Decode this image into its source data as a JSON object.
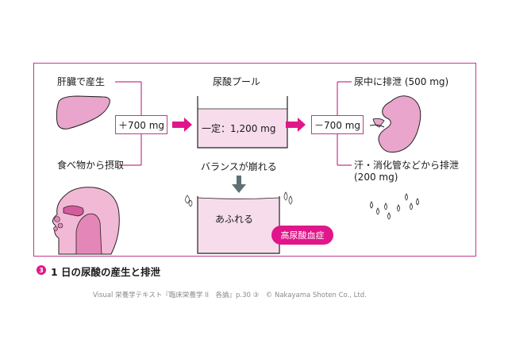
{
  "diagram": {
    "sources": {
      "liver": "肝臓で産生",
      "food": "食べ物から摂取",
      "plus_label": "＋700 mg"
    },
    "pool": {
      "title": "尿酸プール",
      "content": "一定：1,200 mg",
      "imbalance": "バランスが崩れる",
      "overflow": "あふれる",
      "badge": "高尿酸血症"
    },
    "excretion": {
      "minus_label": "－700 mg",
      "urine": "尿中に排泄 (500 mg)",
      "other_line1": "汗・消化管などから排泄",
      "other_line2": "(200 mg)"
    },
    "colors": {
      "frame": "#c0398f",
      "arrow": "#e0168a",
      "water": "#f7dcec",
      "organ": "#e9a5cb",
      "down_arrow": "#5d7173"
    }
  },
  "caption": {
    "number": "3",
    "text": "1 日の尿酸の産生と排泄"
  },
  "credit": "Visual 栄養学テキスト『臨床栄養学 II　各論』p.30 ③　© Nakayama Shoten Co., Ltd."
}
